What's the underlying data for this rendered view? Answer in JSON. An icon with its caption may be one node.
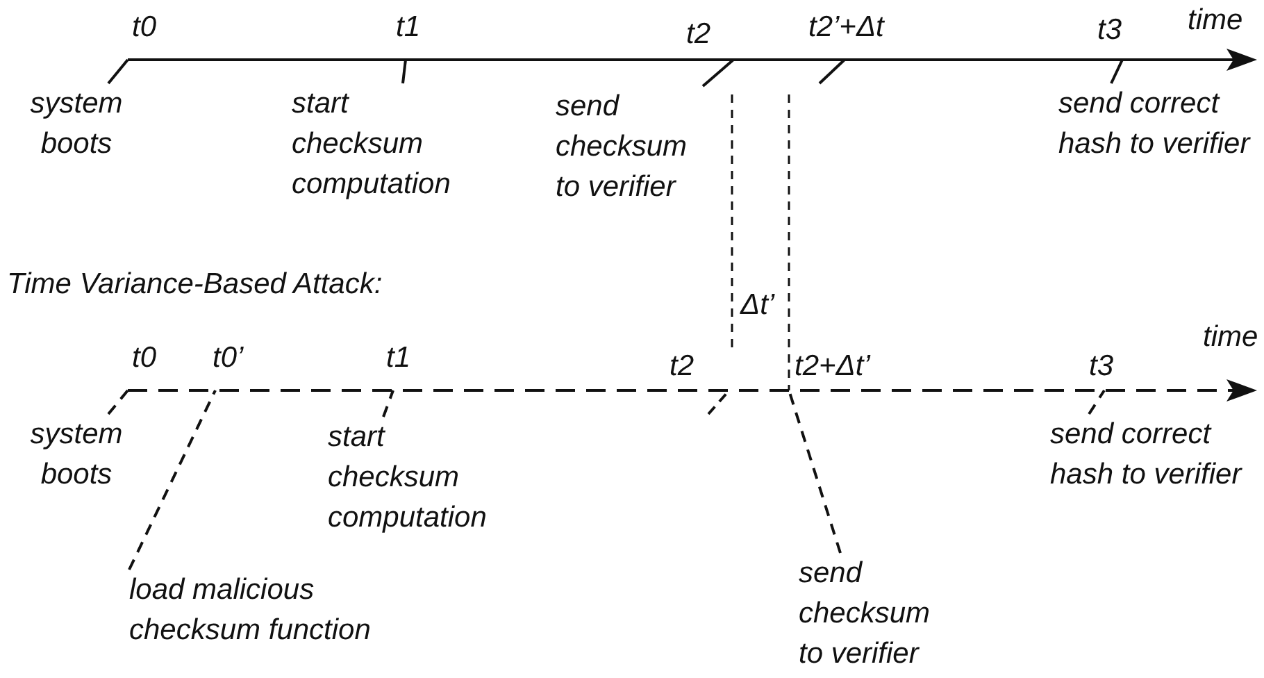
{
  "diagram": {
    "nodes": [
      {
        "text": [],
        "shape": "arrow"
      },
      {
        "text": [
          "system boots"
        ]
      },
      {
        "text": [
          "start checksum computation"
        ]
      },
      {
        "text": [
          "send checksum to verifier"
        ]
      },
      {
        "text": [
          "send correct hash to verifier"
        ]
      },
      {
        "text": [],
        "shape": "arrow"
      },
      {
        "text": [
          "system boots"
        ]
      },
      {
        "text": [
          "load malicious checksum function"
        ]
      },
      {
        "text": [
          "start checksum computation"
        ]
      },
      {
        "text": [
          "send checksum to verifier"
        ]
      },
      {
        "text": [
          "send correct hash to verifier"
        ]
      }
    ],
    "edges": [
      {
        "from": 1,
        "to": 0,
        "arrow": "none"
      },
      {
        "from": 2,
        "to": 0,
        "arrow": "none"
      },
      {
        "from": 3,
        "to": 0,
        "arrow": "none"
      },
      {
        "from": 4,
        "to": 0,
        "arrow": "none"
      },
      {
        "from": 6,
        "to": 5,
        "arrow": "none",
        "style": "dashed"
      },
      {
        "from": 7,
        "to": 5,
        "arrow": "none",
        "style": "dashed"
      },
      {
        "from": 8,
        "to": 5,
        "arrow": "none",
        "style": "dashed"
      },
      {
        "from": 9,
        "to": 5,
        "arrow": "none",
        "style": "dashed"
      },
      {
        "from": 10,
        "to": 5,
        "arrow": "none",
        "style": "dashed"
      }
    ],
    "labels": [
      "t0",
      "t1",
      "t2",
      "t2’+Δt",
      "t3",
      "time",
      "Time Variance-Based Attack:",
      "Δt’",
      "t0",
      "t0’",
      "t1",
      "t2",
      "t2+Δt’",
      "t3",
      "time"
    ]
  }
}
